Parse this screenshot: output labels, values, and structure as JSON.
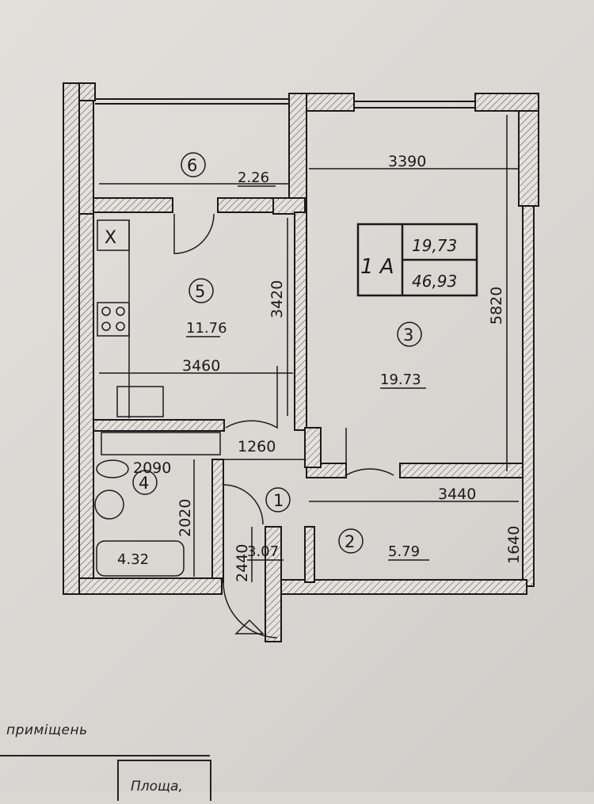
{
  "apartment": {
    "type": "1 A",
    "living_area": "19,73",
    "total_area": "46,93"
  },
  "rooms": [
    {
      "number": "1",
      "area": "3.07"
    },
    {
      "number": "2",
      "area": "5.79"
    },
    {
      "number": "3",
      "area": "19.73"
    },
    {
      "number": "4",
      "area": "4.32"
    },
    {
      "number": "5",
      "area": "11.76"
    },
    {
      "number": "6",
      "area": "2.26"
    }
  ],
  "dimensions": {
    "balcony_width": "3390",
    "room3_height": "5820",
    "kitchen_height": "3420",
    "kitchen_width": "3460",
    "hall_width": "1260",
    "bath_width": "2090",
    "bath_height": "2020",
    "corridor_width": "3440",
    "hall_height": "2440",
    "corridor_height": "1640"
  },
  "kitchen_vent_mark": "X",
  "footer": {
    "caption": "приміщень",
    "column_area": "Площа,"
  },
  "colors": {
    "paper": "#dcdad5",
    "ink": "#1a1a1a"
  }
}
